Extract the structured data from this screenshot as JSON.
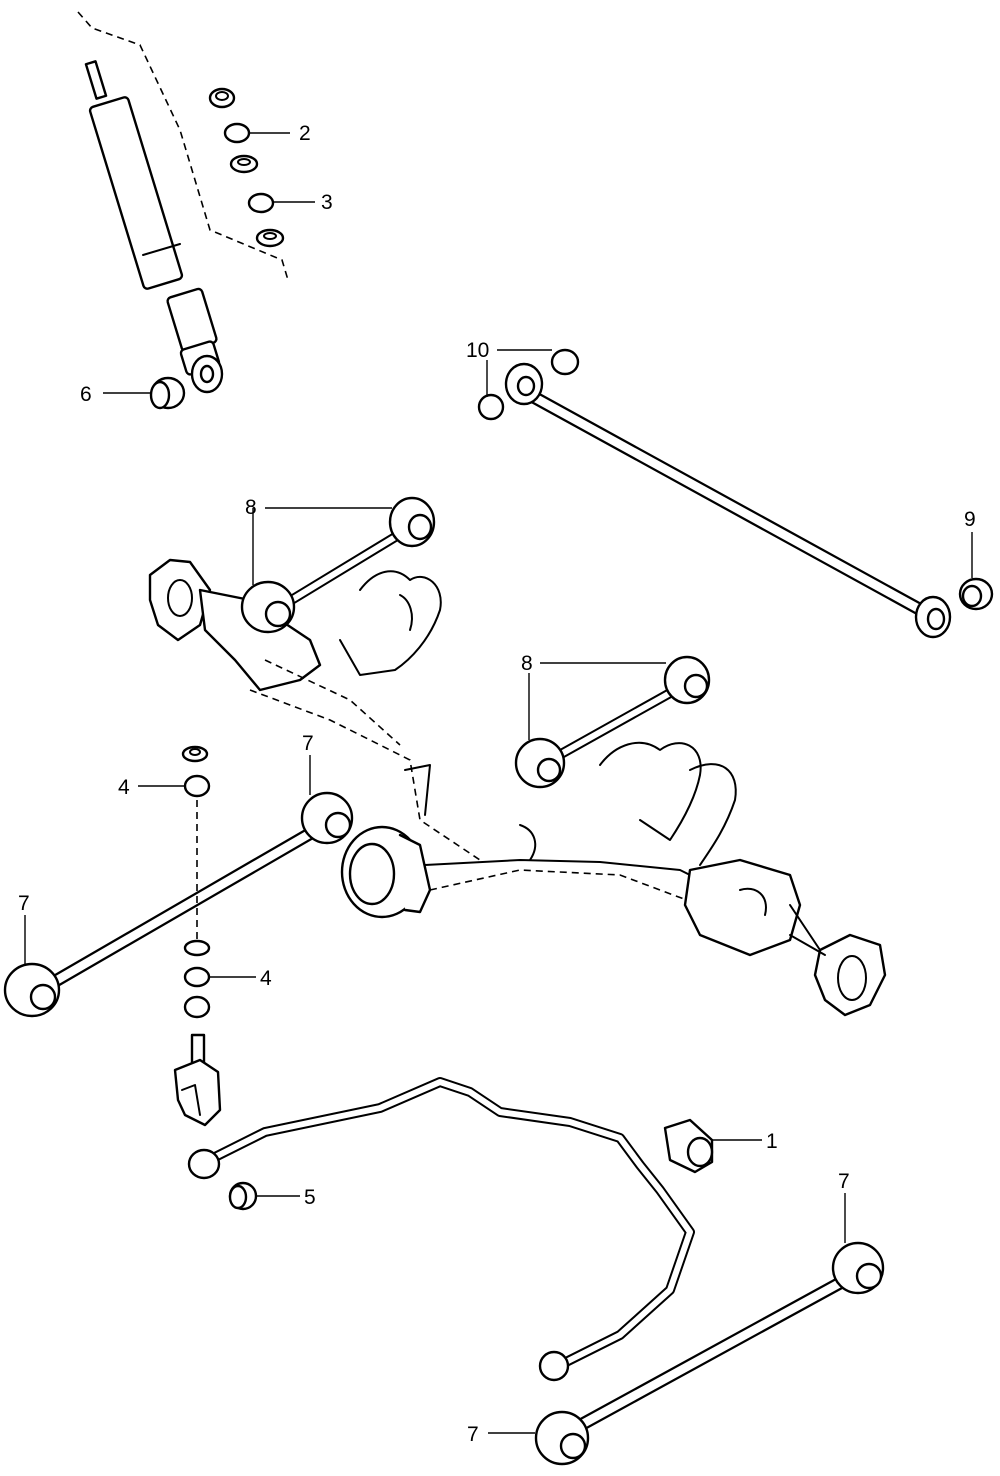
{
  "callouts": {
    "c1": "1",
    "c2": "2",
    "c3": "3",
    "c4_upper": "4",
    "c4_lower": "4",
    "c5": "5",
    "c6": "6",
    "c7_left_top": "7",
    "c7_left": "7",
    "c7_right_top": "7",
    "c7_right_bottom": "7",
    "c8_top": "8",
    "c8_mid": "8",
    "c9": "9",
    "c10": "10"
  }
}
